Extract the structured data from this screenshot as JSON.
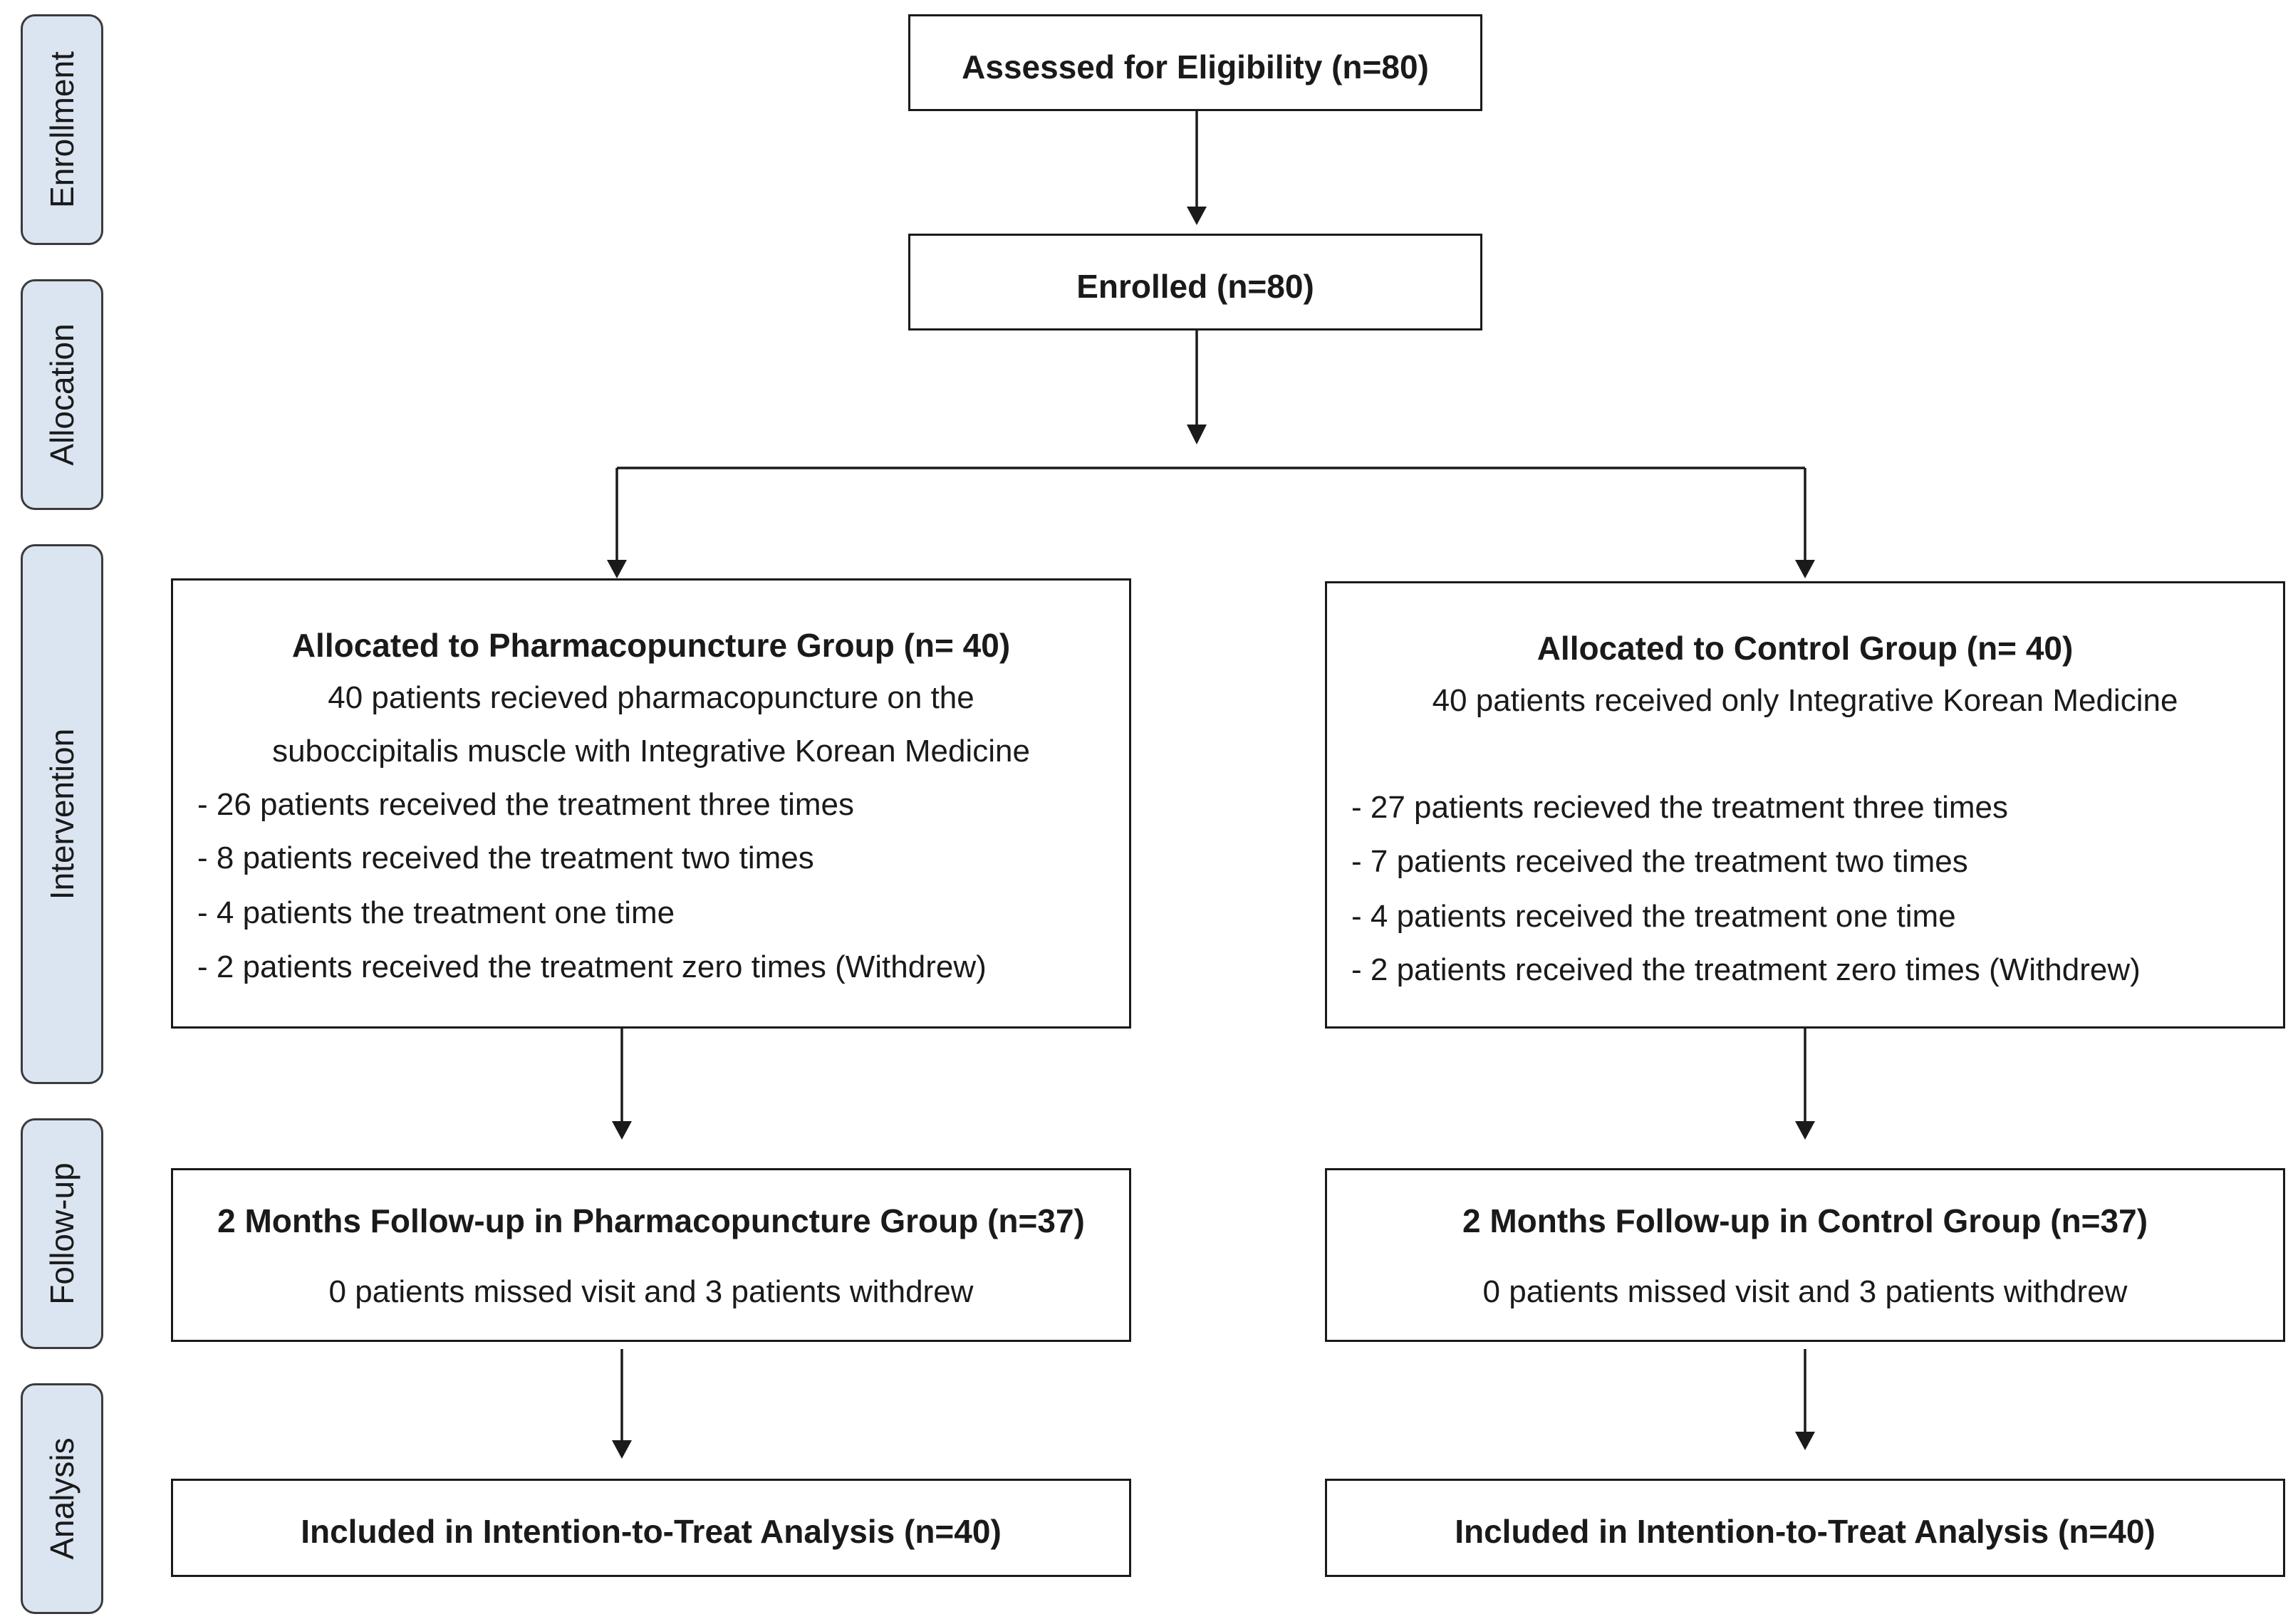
{
  "stages": {
    "enrollment": "Enrollment",
    "allocation": "Allocation",
    "intervention": "Intervention",
    "followup": "Follow-up",
    "analysis": "Analysis"
  },
  "assessed": "Assessed  for Eligibility (n=80)",
  "enrolled": "Enrolled (n=80)",
  "pharma": {
    "title": "Allocated to Pharmacopuncture Group (n= 40)",
    "desc_1": "40 patients recieved  pharmacopuncture  on the",
    "desc_2": "suboccipitalis muscle with Integrative  Korean Medicine",
    "items": [
      "- 26 patients received  the treatment three times",
      "- 8 patients received  the treatment two times",
      "- 4 patients the treatment  one time",
      "- 2 patients received  the treatment zero times (Withdrew)"
    ],
    "followup_title": "2 Months  Follow-up in Pharmacopuncture Group (n=37)",
    "followup_note": "0 patients missed visit and 3 patients withdrew",
    "analysis": "Included in Intention-to-Treat Analysis  (n=40)"
  },
  "control": {
    "title": "Allocated to Control Group (n= 40)",
    "desc_1": "40 patients received  only Integrative  Korean Medicine",
    "items": [
      "- 27 patients recieved  the treatment three times",
      "- 7 patients received  the treatment two times",
      "- 4 patients received  the treatment one time",
      "- 2 patients received  the treatment zero times (Withdrew)"
    ],
    "followup_title": "2 Months  Follow-up in Control Group (n=37)",
    "followup_note": "0 patients missed visit and 3 patients withdrew",
    "analysis": "Included in Intention-to-Treat Analysis  (n=40)"
  },
  "colors": {
    "stage_fill": "#dbe5f1",
    "stroke": "#1a1a1a"
  }
}
